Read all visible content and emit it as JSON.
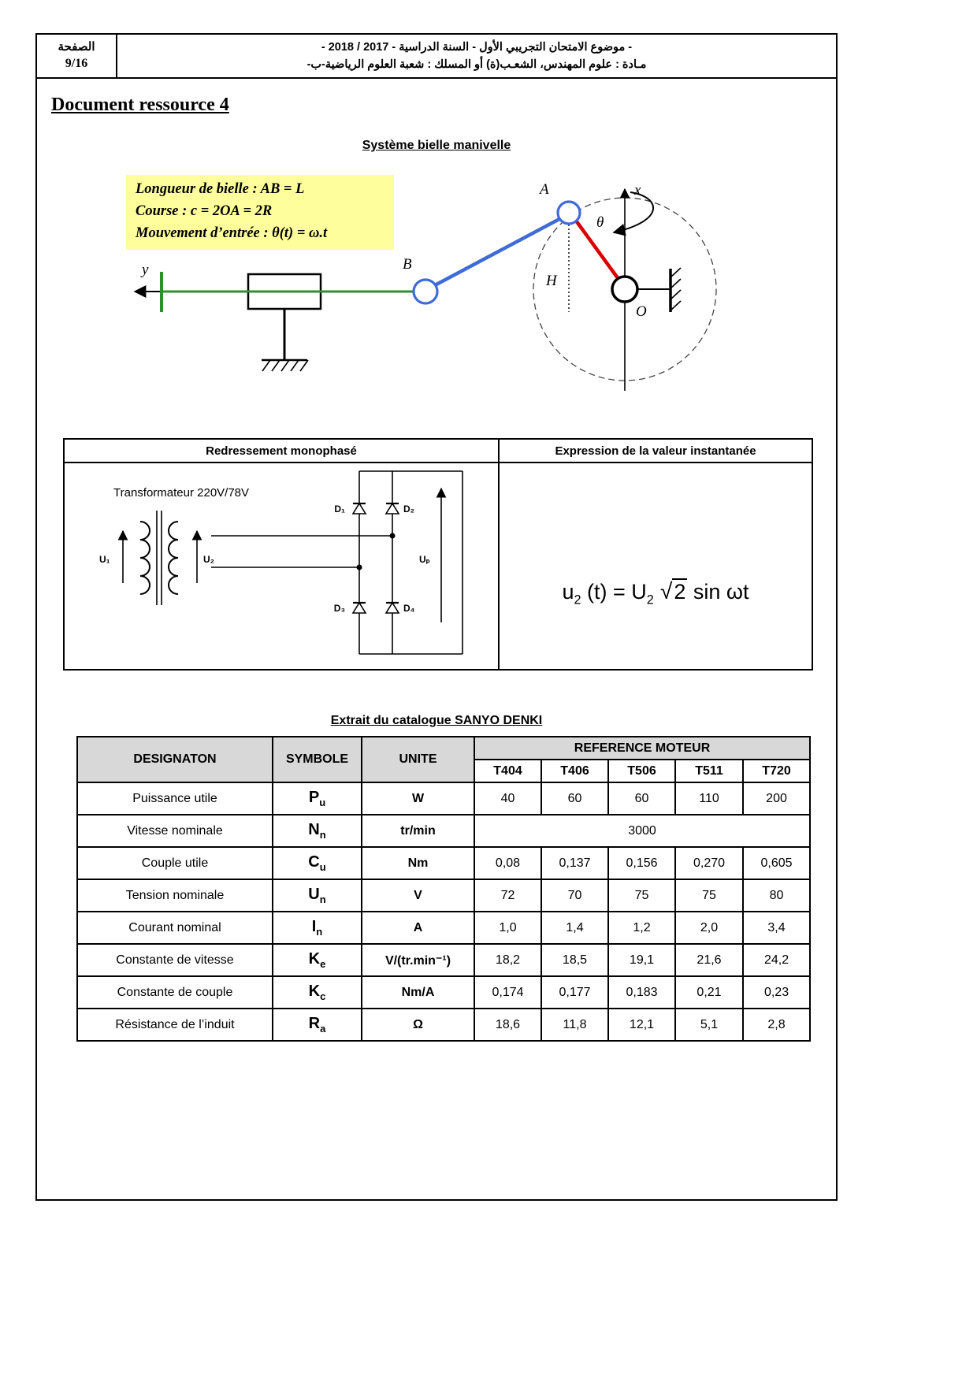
{
  "page": {
    "word": "الصفحة",
    "number": "9/16"
  },
  "header": {
    "line1": "- موضوع الامتحان التجريبي الأول  - السنة الدراسية - 2017 / 2018 -",
    "line2": "مـادة : علوم المهندس، الشعـب(ة) أو المسلك : شعبة العلوم الرياضية-ب-"
  },
  "title": "Document ressource 4",
  "mechanism": {
    "heading": "Système bielle manivelle",
    "info": {
      "line1": "Longueur de bielle : AB = L",
      "line2": "Course : c = 2OA = 2R",
      "line3": "Mouvement d’entrée : θ(t) = ω.t"
    },
    "labels": {
      "a": "A",
      "b": "B",
      "o": "O",
      "h": "H",
      "x": "x",
      "y": "y",
      "theta": "θ"
    }
  },
  "rectifier": {
    "left_title": "Redressement monophasé",
    "right_title": "Expression de la valeur instantanée",
    "transformer_label": "Transformateur  220V/78V",
    "u1": "U₁",
    "u2": "U₂",
    "up": "Uₚ",
    "d1": "D₁",
    "d2": "D₂",
    "d3": "D₃",
    "d4": "D₄",
    "formula": {
      "p1": "u",
      "s1": "2",
      "p2": " (t) = U",
      "s2": "2",
      "radical": "√",
      "radicand": "2",
      "p3": " sin ωt"
    }
  },
  "catalog": {
    "heading": "Extrait du catalogue SANYO DENKI",
    "col_designation": "DESIGNATON",
    "col_symbol": "SYMBOLE",
    "col_unit": "UNITE",
    "col_reference": "REFERENCE MOTEUR",
    "models": [
      "T404",
      "T406",
      "T506",
      "T511",
      "T720"
    ],
    "rows": [
      {
        "designation": "Puissance utile",
        "sym": "P",
        "sub": "u",
        "unit": "W",
        "values": [
          "40",
          "60",
          "60",
          "110",
          "200"
        ]
      },
      {
        "designation": "Vitesse nominale",
        "sym": "N",
        "sub": "n",
        "unit": "tr/min",
        "span": "3000"
      },
      {
        "designation": "Couple utile",
        "sym": "C",
        "sub": "u",
        "unit": "Nm",
        "values": [
          "0,08",
          "0,137",
          "0,156",
          "0,270",
          "0,605"
        ]
      },
      {
        "designation": "Tension nominale",
        "sym": "U",
        "sub": "n",
        "unit": "V",
        "values": [
          "72",
          "70",
          "75",
          "75",
          "80"
        ]
      },
      {
        "designation": "Courant nominal",
        "sym": "I",
        "sub": "n",
        "unit": "A",
        "values": [
          "1,0",
          "1,4",
          "1,2",
          "2,0",
          "3,4"
        ]
      },
      {
        "designation": "Constante de vitesse",
        "sym": "K",
        "sub": "e",
        "unit": "V/(tr.min⁻¹)",
        "values": [
          "18,2",
          "18,5",
          "19,1",
          "21,6",
          "24,2"
        ]
      },
      {
        "designation": "Constante de couple",
        "sym": "K",
        "sub": "c",
        "unit": "Nm/A",
        "values": [
          "0,174",
          "0,177",
          "0,183",
          "0,21",
          "0,23"
        ]
      },
      {
        "designation": "Résistance de l’induit",
        "sym": "R",
        "sub": "a",
        "unit": "Ω",
        "values": [
          "18,6",
          "11,8",
          "12,1",
          "5,1",
          "2,8"
        ]
      }
    ]
  }
}
